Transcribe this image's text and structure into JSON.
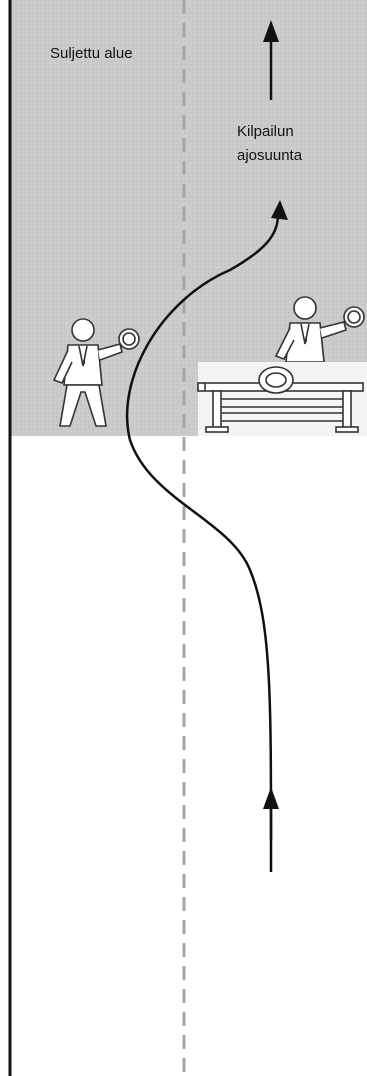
{
  "zone": {
    "label": "Suljettu alue",
    "fill_color": "#c9c9c9"
  },
  "direction": {
    "line1": "Kilpailun",
    "line2": "ajosuunta"
  },
  "colors": {
    "road_edge": "#111111",
    "center_line": "#a6a6a6",
    "path": "#111111",
    "figure_stroke": "#333333",
    "barrier_fill": "#f4f4f4"
  },
  "icons": [
    "official-left-icon",
    "official-right-icon",
    "barrier-icon",
    "direction-arrow-icon",
    "path-arrow-icon"
  ]
}
